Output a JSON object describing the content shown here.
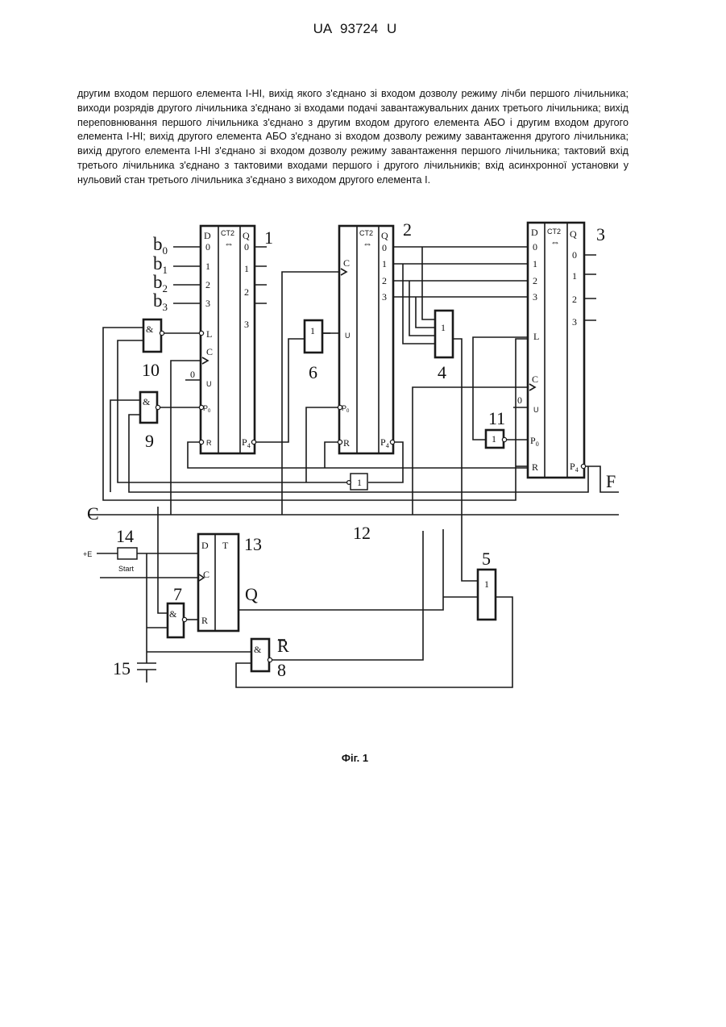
{
  "header": {
    "patent_id": "UA   93724   U"
  },
  "body_text": "другим входом першого елемента І-НІ, вихід якого з'єднано зі входом дозволу режиму лічби першого лічильника; виходи розрядів другого лічильника з'єднано зі входами подачі завантажувальних даних третього лічильника; вихід переповнювання першого лічильника з'єднано з другим входом другого елемента АБО і другим входом другого елемента І-НІ; вихід другого елемента АБО з'єднано зі входом дозволу режиму завантаження другого лічильника; вихід другого елемента І-НІ з'єднано зі входом дозволу режиму завантаження першого лічильника; тактовий вхід третього лічильника з'єднано з тактовими входами першого і другого лічильників; вхід асинхронної установки у нульовий стан третього лічильника з'єднано з виходом другого елемента І.",
  "figure": {
    "caption": "Фіг. 1",
    "counter_label": "CT2",
    "counter_arrow": "⇔",
    "pin": {
      "D": "D",
      "Q": "Q",
      "L": "L",
      "C": "C",
      "U": "U",
      "R": "R",
      "P0": "P",
      "P0_sub": "0",
      "P4": "P",
      "P4_sub": "4",
      "d0": "0",
      "d1": "1",
      "d2": "2",
      "d3": "3",
      "zero": "0",
      "T": "T",
      "Q_out": "Q"
    },
    "inputs": {
      "b": "b",
      "b_subs": [
        "0",
        "1",
        "2",
        "3"
      ]
    },
    "gates": {
      "and": "&",
      "or": "1"
    },
    "signals": {
      "C": "C",
      "F": "F",
      "E": "+E",
      "start": "Start",
      "R_bar": "R"
    },
    "element_numbers": {
      "n1": "1",
      "n2": "2",
      "n3": "3",
      "n4": "4",
      "n5": "5",
      "n6": "6",
      "n7": "7",
      "n8": "8",
      "n9": "9",
      "n10": "10",
      "n11": "11",
      "n12": "12",
      "n13": "13",
      "n14": "14",
      "n15": "15"
    }
  }
}
